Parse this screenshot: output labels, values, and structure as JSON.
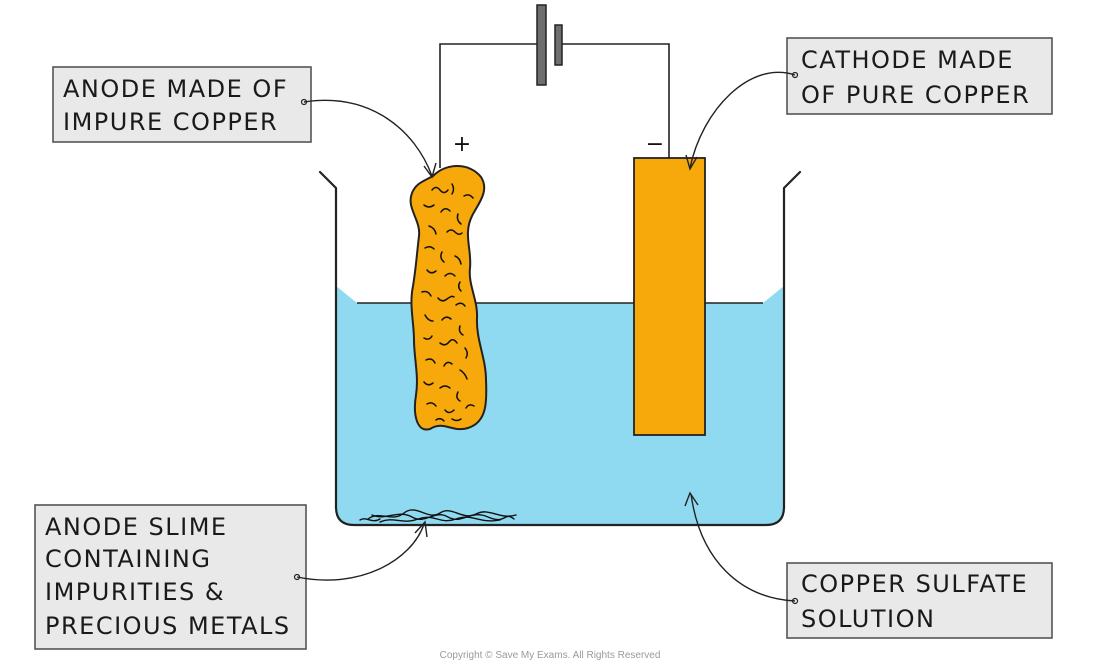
{
  "diagram": {
    "labels": {
      "anode": [
        "ANODE MADE OF",
        "IMPURE COPPER"
      ],
      "cathode": [
        "CATHODE MADE",
        "OF PURE COPPER"
      ],
      "slime": [
        "ANODE SLIME",
        "CONTAINING",
        "IMPURITIES &",
        "PRECIOUS METALS"
      ],
      "solution": [
        "COPPER SULFATE",
        "SOLUTION"
      ]
    },
    "signs": {
      "positive": "+",
      "negative": "−"
    },
    "colors": {
      "solution": "#8fdaf0",
      "copper": "#f7a80a",
      "label_fill": "#e9e9e9",
      "outline": "#222222",
      "battery": "#6e6e6e"
    }
  },
  "footer": {
    "copyright": "Copyright © Save My Exams. All Rights Reserved"
  }
}
